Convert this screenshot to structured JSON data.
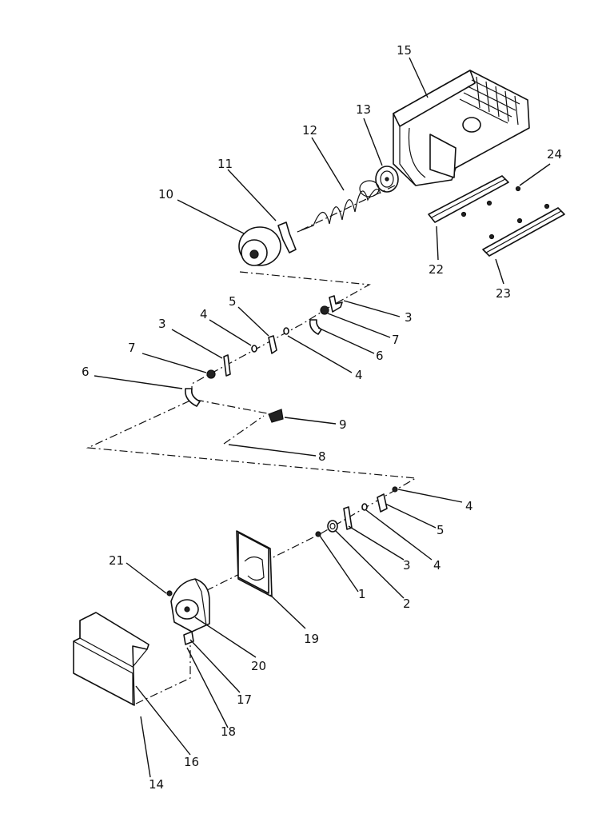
{
  "callouts": [
    {
      "id": "c15",
      "text": "15"
    },
    {
      "id": "c13",
      "text": "13"
    },
    {
      "id": "c12",
      "text": "12"
    },
    {
      "id": "c11",
      "text": "11"
    },
    {
      "id": "c10",
      "text": "10"
    },
    {
      "id": "c24",
      "text": "24"
    },
    {
      "id": "c22",
      "text": "22"
    },
    {
      "id": "c23",
      "text": "23"
    },
    {
      "id": "c3a",
      "text": "3"
    },
    {
      "id": "c7a",
      "text": "7"
    },
    {
      "id": "c6a",
      "text": "6"
    },
    {
      "id": "c4a",
      "text": "4"
    },
    {
      "id": "c5a",
      "text": "5"
    },
    {
      "id": "c4b",
      "text": "4"
    },
    {
      "id": "c3b",
      "text": "3"
    },
    {
      "id": "c7b",
      "text": "7"
    },
    {
      "id": "c6b",
      "text": "6"
    },
    {
      "id": "c9",
      "text": "9"
    },
    {
      "id": "c8",
      "text": "8"
    },
    {
      "id": "c4c",
      "text": "4"
    },
    {
      "id": "c5b",
      "text": "5"
    },
    {
      "id": "c4d",
      "text": "4"
    },
    {
      "id": "c3c",
      "text": "3"
    },
    {
      "id": "c2",
      "text": "2"
    },
    {
      "id": "c1",
      "text": "1"
    },
    {
      "id": "c21",
      "text": "21"
    },
    {
      "id": "c19",
      "text": "19"
    },
    {
      "id": "c20",
      "text": "20"
    },
    {
      "id": "c17",
      "text": "17"
    },
    {
      "id": "c18",
      "text": "18"
    },
    {
      "id": "c16",
      "text": "16"
    },
    {
      "id": "c14",
      "text": "14"
    }
  ]
}
